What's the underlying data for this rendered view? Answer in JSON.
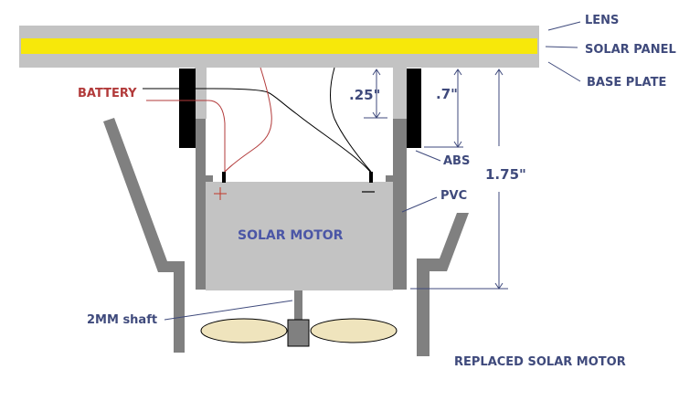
{
  "diagram": {
    "title": "REPLACED SOLAR MOTOR",
    "labels": {
      "lens": "LENS",
      "solar_panel": "SOLAR PANEL",
      "base_plate": "BASE PLATE",
      "battery": "BATTERY",
      "abs": "ABS",
      "pvc": "PVC",
      "solar_motor": "SOLAR MOTOR",
      "shaft": "2MM shaft"
    },
    "dimensions": {
      "gap": ".25\"",
      "abs_length": ".7\"",
      "total_height": "1.75\""
    },
    "terminals": {
      "positive": "+",
      "negative": "−"
    },
    "colors": {
      "panel_gray": "#c3c3c3",
      "solar_yellow": "#f7e80a",
      "pvc_dark": "#808080",
      "abs_black": "#000000",
      "blade": "#efe4bd",
      "label_blue": "#3f4a7c",
      "battery_red": "#b23a3a"
    }
  }
}
